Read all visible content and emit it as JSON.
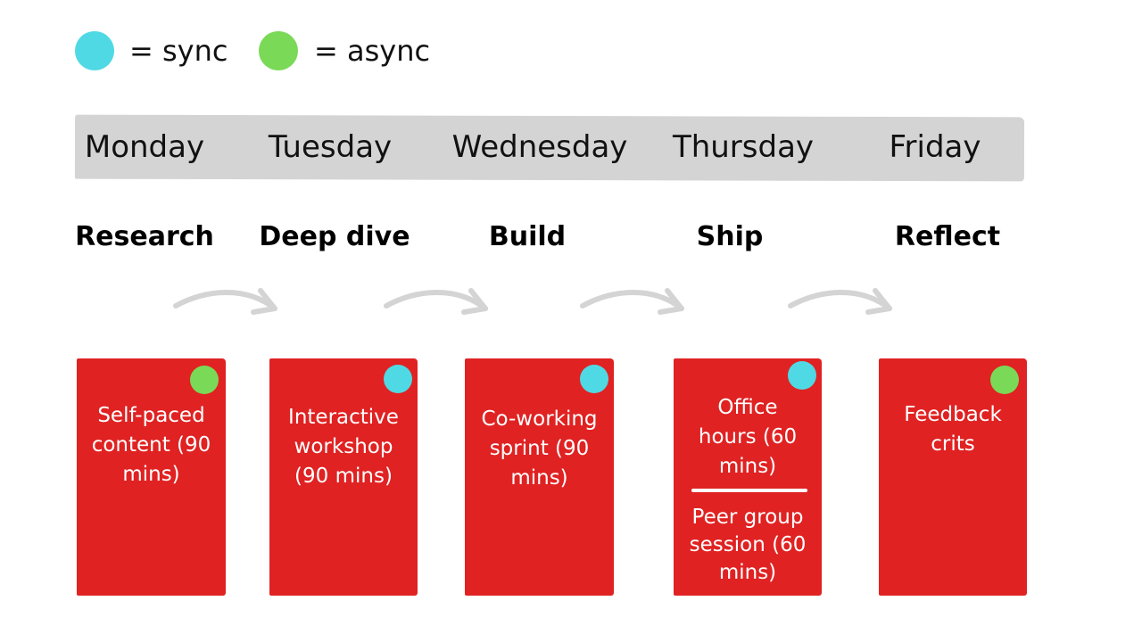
{
  "colors": {
    "sync": "#4fd9e4",
    "async": "#7ad957",
    "card": "#e02222",
    "bar": "#d4d4d4",
    "arrow": "#d4d4d4"
  },
  "legend": {
    "sync_label": "= sync",
    "async_label": "= async"
  },
  "days": [
    "Monday",
    "Tuesday",
    "Wednesday",
    "Thursday",
    "Friday"
  ],
  "phases": [
    "Research",
    "Deep dive",
    "Build",
    "Ship",
    "Reflect"
  ],
  "cards": [
    {
      "type": "async",
      "texts": [
        "Self-paced content (90 mins)"
      ]
    },
    {
      "type": "sync",
      "texts": [
        "Interactive workshop (90 mins)"
      ]
    },
    {
      "type": "sync",
      "texts": [
        "Co-working sprint (90 mins)"
      ]
    },
    {
      "type": "sync",
      "texts": [
        "Office hours (60 mins)",
        "Peer group session (60 mins)"
      ]
    },
    {
      "type": "async",
      "texts": [
        "Feedback crits"
      ]
    }
  ]
}
